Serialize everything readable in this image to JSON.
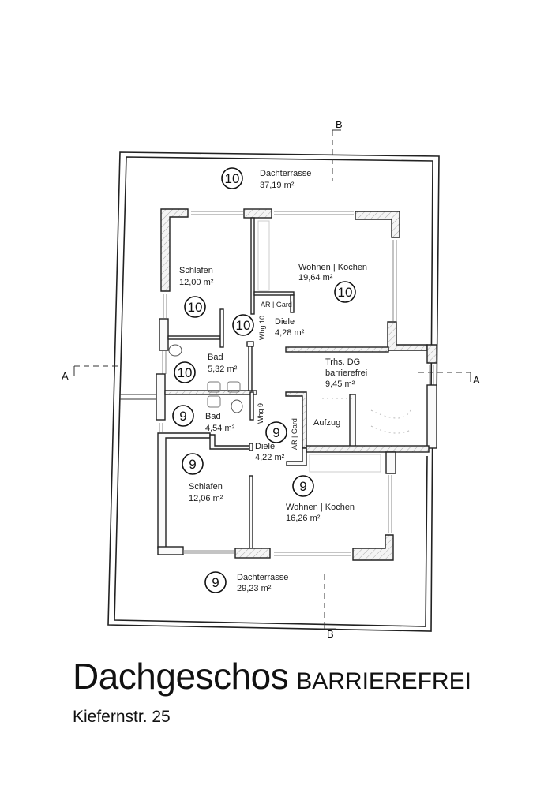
{
  "plan": {
    "section_markers": {
      "a_left": "A",
      "a_right": "A",
      "b_top": "B",
      "b_bottom": "B"
    },
    "apartment_10": {
      "unit_number": "10",
      "corridor_label": "Whg 10",
      "rooms": {
        "terrace": {
          "name": "Dachterrasse",
          "area": "37,19 m²"
        },
        "bedroom": {
          "name": "Schlafen",
          "area": "12,00 m²"
        },
        "living_kitchen": {
          "name": "Wohnen | Kochen",
          "area": "19,64 m²"
        },
        "storage": {
          "name": "AR | Gard"
        },
        "hall": {
          "name": "Diele",
          "area": "4,28 m²"
        },
        "bath": {
          "name": "Bad",
          "area": "5,32 m²"
        }
      }
    },
    "apartment_9": {
      "unit_number": "9",
      "corridor_label": "Whg 9",
      "rooms": {
        "bath": {
          "name": "Bad",
          "area": "4,54 m²"
        },
        "storage": {
          "name": "AR | Gard"
        },
        "hall": {
          "name": "Diele",
          "area": "4,22 m²"
        },
        "bedroom": {
          "name": "Schlafen",
          "area": "12,06 m²"
        },
        "living_kitchen": {
          "name": "Wohnen | Kochen",
          "area": "16,26 m²"
        },
        "terrace": {
          "name": "Dachterrasse",
          "area": "29,23 m²"
        }
      }
    },
    "staircase": {
      "name": "Trhs. DG",
      "note": "barrierefrei",
      "area": "9,45 m²"
    },
    "elevator": {
      "name": "Aufzug"
    }
  },
  "caption": {
    "title": "Dachgeschos",
    "subtitle": "BARRIEREFREI",
    "address": "Kiefernstr. 25"
  }
}
